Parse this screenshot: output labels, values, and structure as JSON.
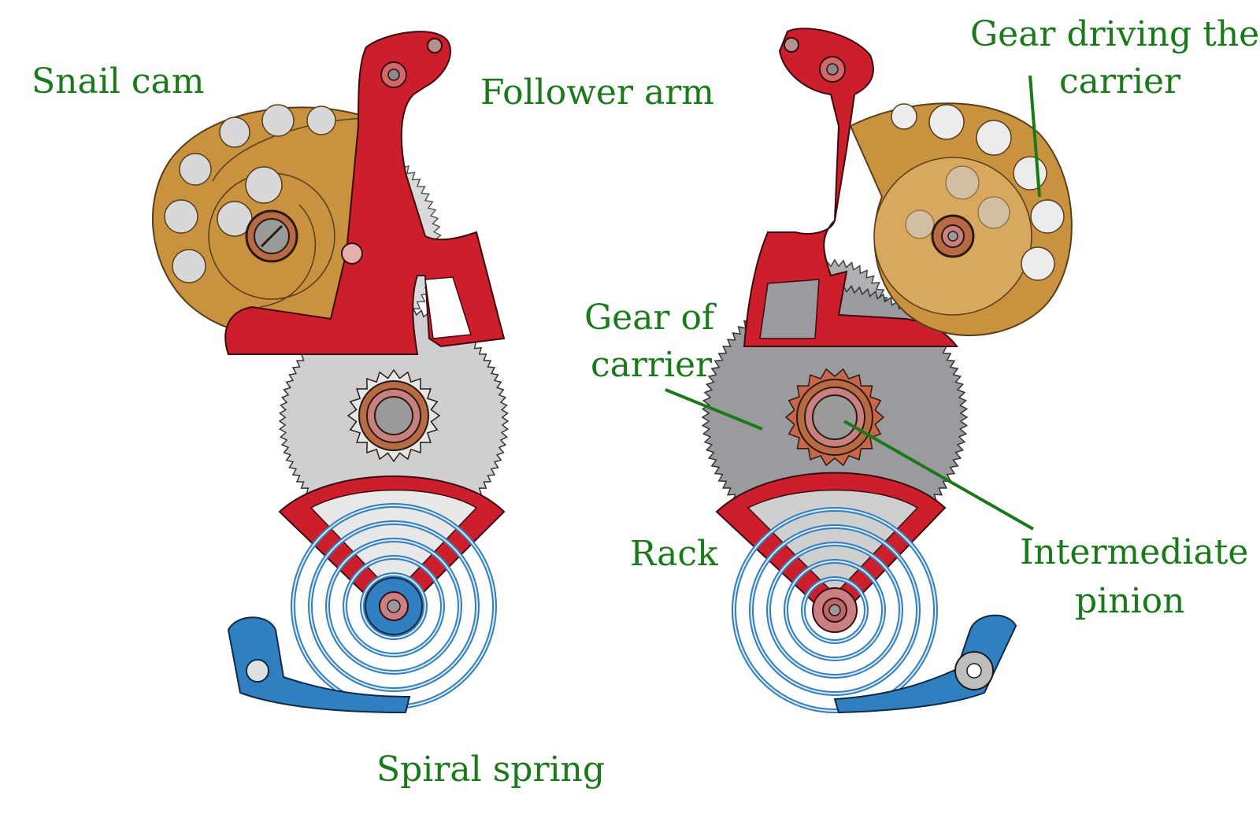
{
  "labels": {
    "snail_cam": "Snail cam",
    "follower_arm": "Follower arm",
    "gear_driving_line1": "Gear driving the",
    "gear_driving_line2": "carrier",
    "gear_of_carrier_line1": "Gear of",
    "gear_of_carrier_line2": "carrier",
    "rack": "Rack",
    "intermediate_line1": "Intermediate",
    "intermediate_line2": "pinion",
    "spiral_spring": "Spiral spring"
  },
  "colors": {
    "label": "#1a7a1a",
    "arm_red": "#cc1f2b",
    "cam_brass": "#c9923f",
    "gear_light": "#cfcfcf",
    "gear_dark": "#9b9b9f",
    "spring_blue": "#2f7fc1",
    "pinion_copper": "#c8664a"
  }
}
